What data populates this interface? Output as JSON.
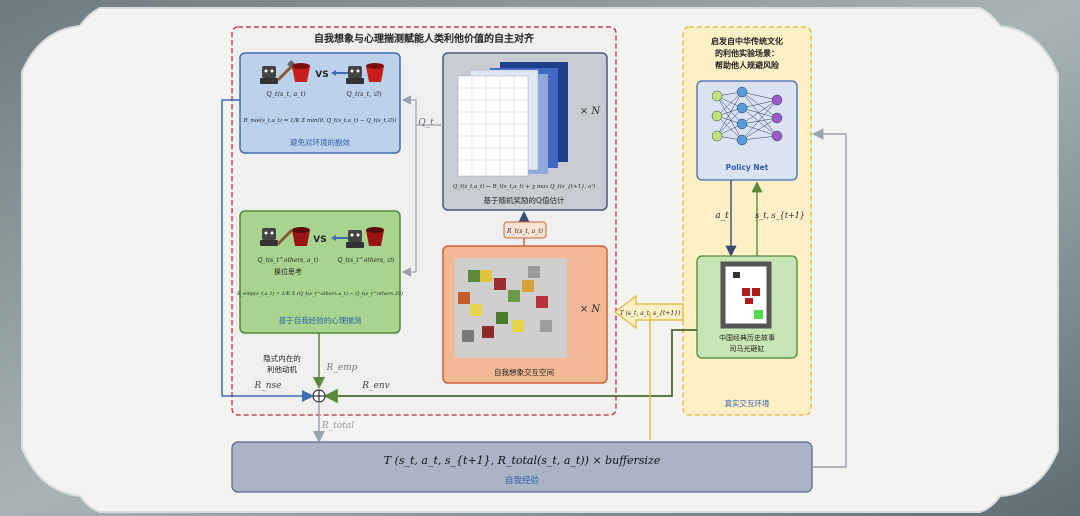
{
  "main_title": "自我想象与心理揣测赋能人类利他价值的自主对齐",
  "env_box": {
    "vs_label": "VS",
    "formula_left": "Q_t(s_t, a_t)",
    "formula_right": "Q_t(s_t, ∅)",
    "reward_formula": "R_nse(s_t,a_t) = 1/K Σ min(0, Q_t(s_t,a_t) − Q_t(s_t,∅))",
    "caption": "避免对环境的副效"
  },
  "emp_box": {
    "vs_label": "VS",
    "formula_left": "Q_t(s_t^others, a_t)",
    "formula_right": "Q_t(s_t^others, ∅)",
    "perspective": "换位思考",
    "reward_formula": "R_emp(s_t,a_t) = 1/K Σ (Q_t(s_t^others,a_t) − Q_t(s_t^others,∅))",
    "caption": "基于自我经验的心理揣测"
  },
  "q_box": {
    "formula": "Q_t(s_t,a_t) ← R_t(s_t,a_t) + γ max Q_t(s_{t+1}, a')",
    "caption": "基于随机奖励的Q值估计",
    "multiplier": "× N",
    "q_label": "Q_t"
  },
  "imag_box": {
    "caption": "自我想象交互空间",
    "multiplier": "× N",
    "reward_label": "R_t(s_t, a_t)",
    "transition_label": "T (s_t, a_t, s_{t+1})"
  },
  "right_panel": {
    "title_lines": [
      "启发自中华传统文化",
      "的利他实验场景：",
      "帮助他人规避风险"
    ],
    "policy_net": "Policy Net",
    "a_t": "a_t",
    "s_t": "s_t, s_{t+1}",
    "story_lines": [
      "中国经典历史故事",
      "司马光砸缸"
    ],
    "env_caption": "真实交互环境"
  },
  "motive_label_lines": [
    "隐式内在的",
    "利他动机"
  ],
  "labels": {
    "r_emp": "R_emp",
    "r_nse": "R_nse",
    "r_env": "R_env",
    "r_total": "R_total"
  },
  "bottom_box": {
    "formula": "T (s_t, a_t, s_{t+1}, R_total(s_t, a_t)) × buffersize",
    "caption": "自我经验"
  },
  "colors": {
    "env_blue": "#bcd1ea",
    "emp_green": "#a9d48f",
    "q_gray": "#c9ccd2",
    "imag_orange": "#f1b896",
    "right_yellow": "#fdf0c6",
    "bottom_slate": "#aab4c4",
    "caption_blue": "#2f5ea8"
  }
}
